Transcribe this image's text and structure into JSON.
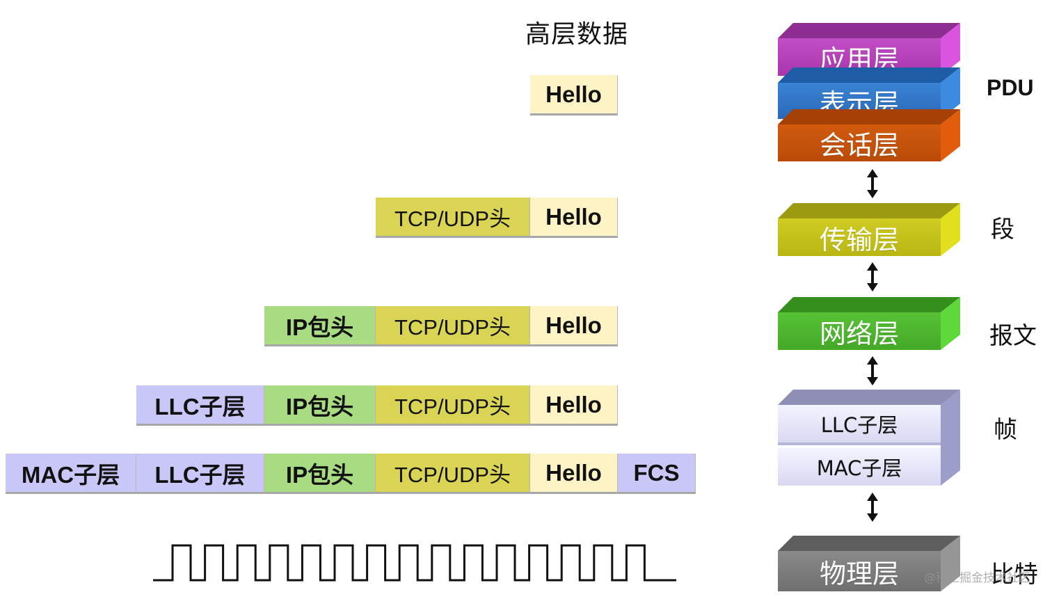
{
  "title": "高层数据",
  "rows": [
    [
      {
        "text": "Hello",
        "kind": "hello"
      }
    ],
    [
      {
        "text": "TCP/UDP头",
        "kind": "tcp"
      },
      {
        "text": "Hello",
        "kind": "hello"
      }
    ],
    [
      {
        "text": "IP包头",
        "kind": "ip"
      },
      {
        "text": "TCP/UDP头",
        "kind": "tcp"
      },
      {
        "text": "Hello",
        "kind": "hello"
      }
    ],
    [
      {
        "text": "LLC子层",
        "kind": "llc"
      },
      {
        "text": "IP包头",
        "kind": "ip"
      },
      {
        "text": "TCP/UDP头",
        "kind": "tcp"
      },
      {
        "text": "Hello",
        "kind": "hello"
      }
    ],
    [
      {
        "text": "MAC子层",
        "kind": "mac"
      },
      {
        "text": "LLC子层",
        "kind": "llc"
      },
      {
        "text": "IP包头",
        "kind": "ip"
      },
      {
        "text": "TCP/UDP头",
        "kind": "tcp"
      },
      {
        "text": "Hello",
        "kind": "hello"
      },
      {
        "text": "FCS",
        "kind": "fcs"
      }
    ]
  ],
  "layers": {
    "application": "应用层",
    "presentation": "表示层",
    "session": "会话层",
    "transport": "传输层",
    "network": "网络层",
    "llc": "LLC子层",
    "mac": "MAC子层",
    "physical": "物理层"
  },
  "pdus": {
    "upper": "PDU",
    "transport": "段",
    "network": "报文",
    "datalink": "帧",
    "physical": "比特"
  },
  "colors": {
    "application": "#bb40bf",
    "presentation": "#2f74c7",
    "session": "#c9520a",
    "transport": "#c5c21a",
    "network": "#4db62f",
    "datalink": "#d4d4f1",
    "physical": "#7b7b7b"
  },
  "watermark": "@稀土掘金技术社区"
}
